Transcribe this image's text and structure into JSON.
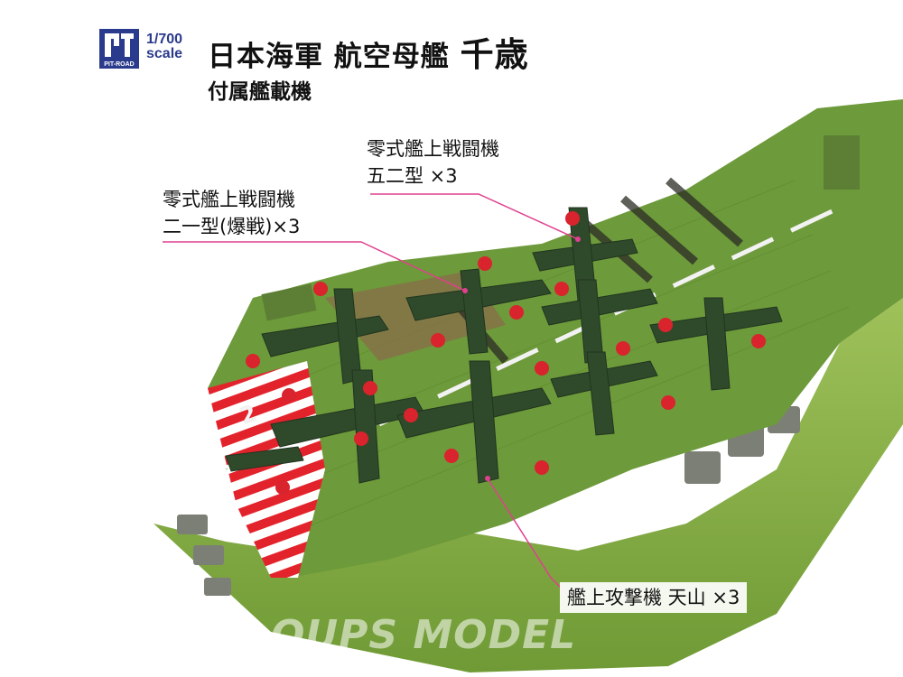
{
  "brand": {
    "logo_text": "PIT-ROAD",
    "scale_ratio": "1/700",
    "scale_word": "scale"
  },
  "title": {
    "main": "日本海軍 航空母艦",
    "ship_name": "千歳",
    "sub": "付属艦載機"
  },
  "annotations": {
    "zero_52": {
      "line1": "零式艦上戦闘機",
      "line2": "五二型 ×3"
    },
    "zero_21": {
      "line1": "零式艦上戦闘機",
      "line2": "二一型(爆戦)×3"
    },
    "tenzan": {
      "line1": "艦上攻撃機 天山 ×3"
    }
  },
  "deck_marking": "2",
  "watermark": "OUPS MODEL",
  "colors": {
    "hull": "#8db04a",
    "deck": "#6f9a3a",
    "aircraft": "#2f4a2a",
    "hinomaru": "#d9232d",
    "leader": "#e0408e",
    "brand_blue": "#2a3a8c"
  }
}
